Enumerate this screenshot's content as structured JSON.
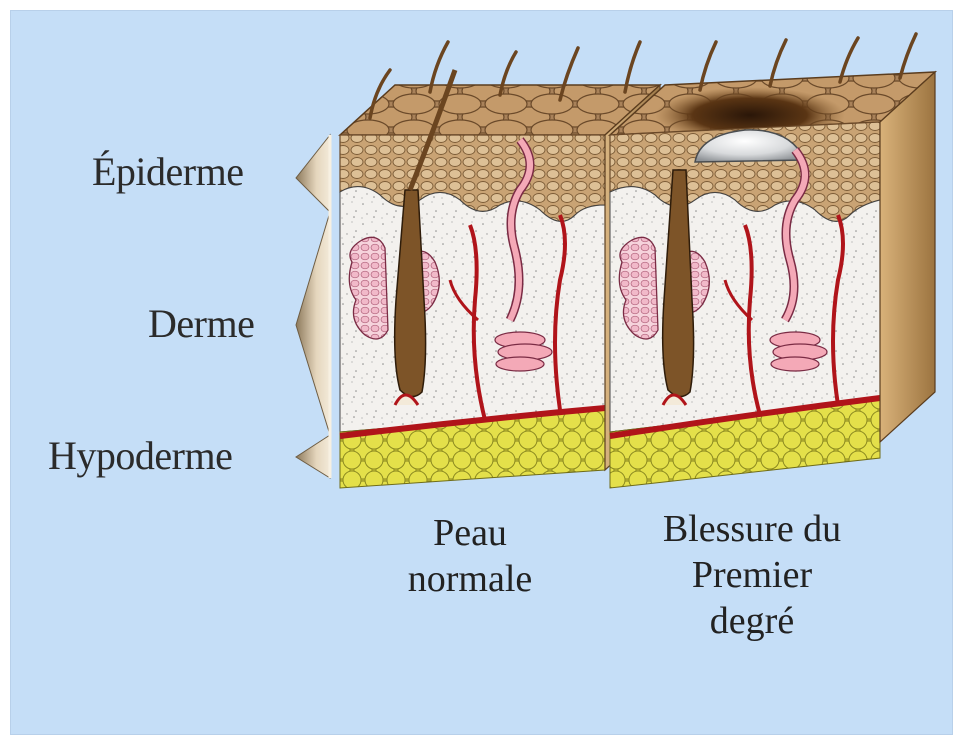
{
  "layers": {
    "epidermis": "Épiderme",
    "dermis": "Derme",
    "hypodermis": "Hypoderme"
  },
  "captions": {
    "normal": [
      "Peau",
      "normale"
    ],
    "burn": [
      "Blessure du",
      "Premier",
      "degré"
    ]
  },
  "colors": {
    "background": "#c5def7",
    "epidermis": "#c9a374",
    "dermis": "#f3f1ee",
    "fat": "#d9d63a",
    "vessel": "#b0141a",
    "gland": "#f1b9c9",
    "hair": "#7a5528",
    "blister": "#e6e8ea"
  }
}
